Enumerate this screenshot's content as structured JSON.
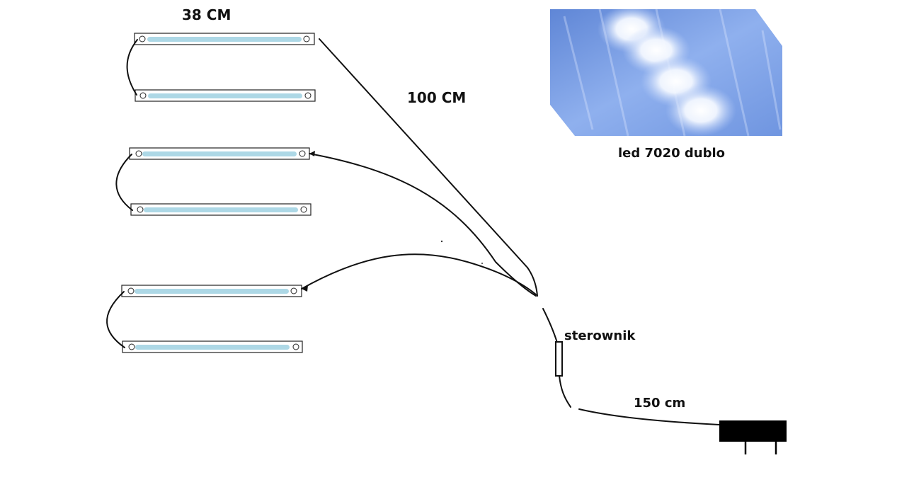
{
  "labels": {
    "strip_length": "38 CM",
    "lead_length": "100 CM",
    "product": "led 7020 dublo",
    "controller": "sterownik",
    "power_cable": "150 cm"
  },
  "colors": {
    "strip_fill": "#add8e6",
    "strip_border": "#222222",
    "wire": "#111111",
    "adapter": "#000000",
    "photo_sky": "#7fa3e6",
    "photo_glow": "#ffffff"
  },
  "icons": {
    "power_adapter": "power-supply-icon",
    "controller": "controller-icon",
    "photo": "led-photo"
  }
}
